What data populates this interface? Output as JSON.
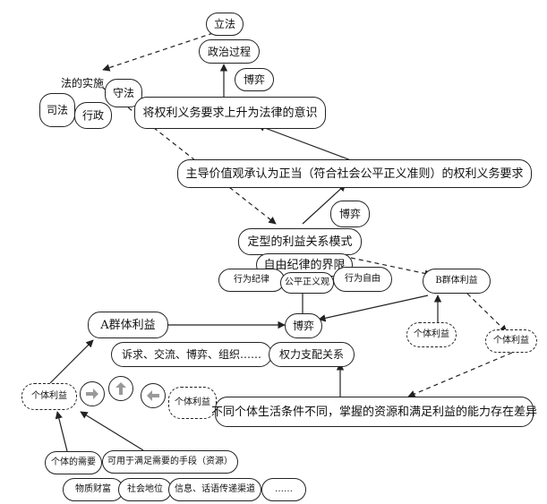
{
  "nodes": {
    "legislation": "立法",
    "political_process": "政治过程",
    "game_top": "博弈",
    "law_implementation": "法的实施",
    "justice": "司法",
    "administration": "行政",
    "obey_law": "守法",
    "rise_to_law": "将权利义务要求上升为法律的意识",
    "dominant_values": "主导价值观承认为正当（符合社会公平正义准则）的权利义务要求",
    "game_mid": "博弈",
    "fixed_pattern": "定型的利益关系模式",
    "freedom_discipline": "自由纪律的界限",
    "conduct_discipline": "行为纪律",
    "fairness_justice": "公平正义观",
    "conduct_freedom": "行为自由",
    "group_b": "B群体利益",
    "group_a": "A群体利益",
    "game_center": "博弈",
    "individual_b1": "个体利益",
    "individual_b2": "个体利益",
    "appeals": "诉求、交流、博弈、组织……",
    "power_relation": "权力支配关系",
    "individual_left": "个体利益",
    "individual_mid": "个体利益",
    "differences": "不同个体生活条件不同，掌握的资源和满足利益的能力存在差异",
    "needs": "个体的需要",
    "means": "可用于满足需要的手段（资源）",
    "material": "物质财富",
    "social_status": "社会地位",
    "info_channels": "信息、话语传递渠道",
    "etc": "……"
  },
  "icons": {
    "arrow_right": "arrow-right-icon",
    "arrow_up": "arrow-up-icon",
    "arrow_left": "arrow-left-icon"
  },
  "colors": {
    "line": "#222222",
    "icon": "#999999"
  }
}
